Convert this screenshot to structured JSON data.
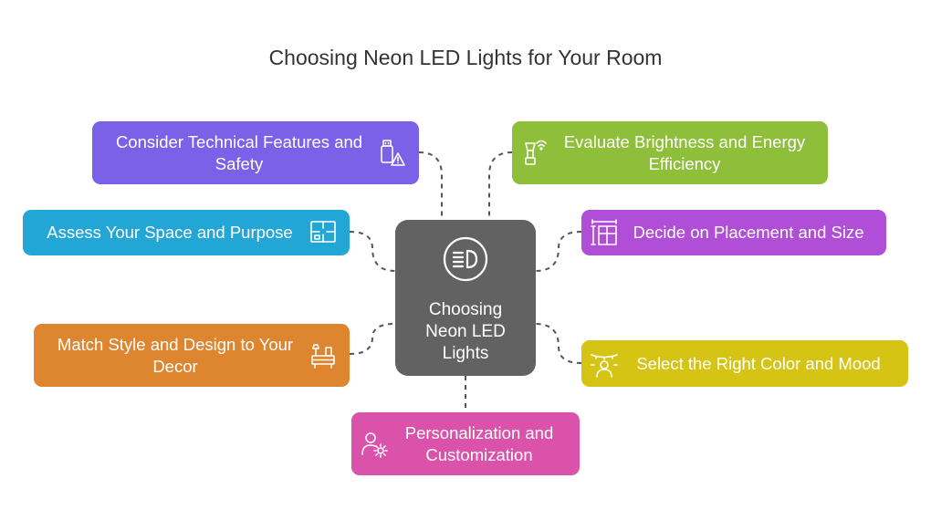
{
  "title": "Choosing Neon LED Lights for Your Room",
  "center": {
    "label": "Choosing Neon LED Lights",
    "icon": "headlight-icon",
    "color": "#626262"
  },
  "nodes": [
    {
      "id": "technical",
      "label": "Consider Technical Features and Safety",
      "color": "#7b61e8",
      "icon": "usb-warning-icon"
    },
    {
      "id": "brightness",
      "label": "Evaluate Brightness and Energy Efficiency",
      "color": "#8fbf3a",
      "icon": "lamp-wifi-icon"
    },
    {
      "id": "space",
      "label": "Assess Your Space and Purpose",
      "color": "#22a6d6",
      "icon": "room-plan-icon"
    },
    {
      "id": "placement",
      "label": "Decide on Placement and Size",
      "color": "#b04ed8",
      "icon": "measure-layout-icon"
    },
    {
      "id": "style",
      "label": "Match Style and Design to Your Decor",
      "color": "#de8530",
      "icon": "furniture-icon"
    },
    {
      "id": "color",
      "label": "Select the Right Color and Mood",
      "color": "#d6c414",
      "icon": "person-lights-icon"
    },
    {
      "id": "personalization",
      "label": "Personalization and Customization",
      "color": "#da52a9",
      "icon": "user-gear-icon"
    }
  ]
}
